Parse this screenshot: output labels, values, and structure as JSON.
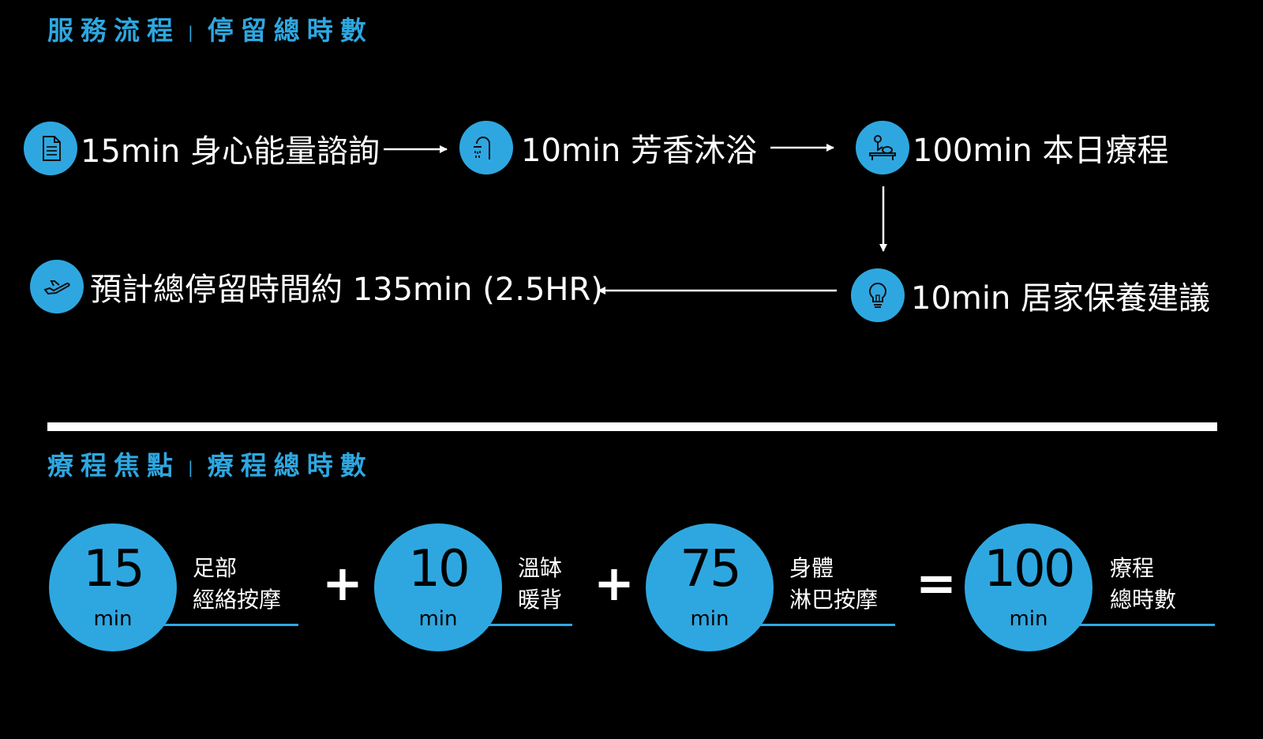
{
  "header_process": {
    "left": "服務流程",
    "sep": "|",
    "right": "停留總時數"
  },
  "process_steps": [
    {
      "label": "15min 身心能量諮詢",
      "icon": "document-icon"
    },
    {
      "label": "10min 芳香沐浴",
      "icon": "shower-icon"
    },
    {
      "label": "100min 本日療程",
      "icon": "massage-table-icon"
    },
    {
      "label": "10min 居家保養建議",
      "icon": "lightbulb-icon"
    },
    {
      "label": "預計總停留時間約 135min (2.5HR)",
      "icon": "airplane-icon"
    }
  ],
  "header_treatment": {
    "left": "療程焦點",
    "sep": "|",
    "right": "療程總時數"
  },
  "treatment": [
    {
      "value": "15",
      "unit": "min",
      "line1": "足部",
      "line2": "經絡按摩"
    },
    {
      "value": "10",
      "unit": "min",
      "line1": "溫缽",
      "line2": "暖背"
    },
    {
      "value": "75",
      "unit": "min",
      "line1": "身體",
      "line2": "淋巴按摩"
    },
    {
      "value": "100",
      "unit": "min",
      "line1": "療程",
      "line2": "總時數"
    }
  ],
  "operators": [
    "+",
    "+",
    "="
  ],
  "colors": {
    "accent": "#2ea7e0",
    "background": "#000000",
    "text": "#ffffff"
  }
}
